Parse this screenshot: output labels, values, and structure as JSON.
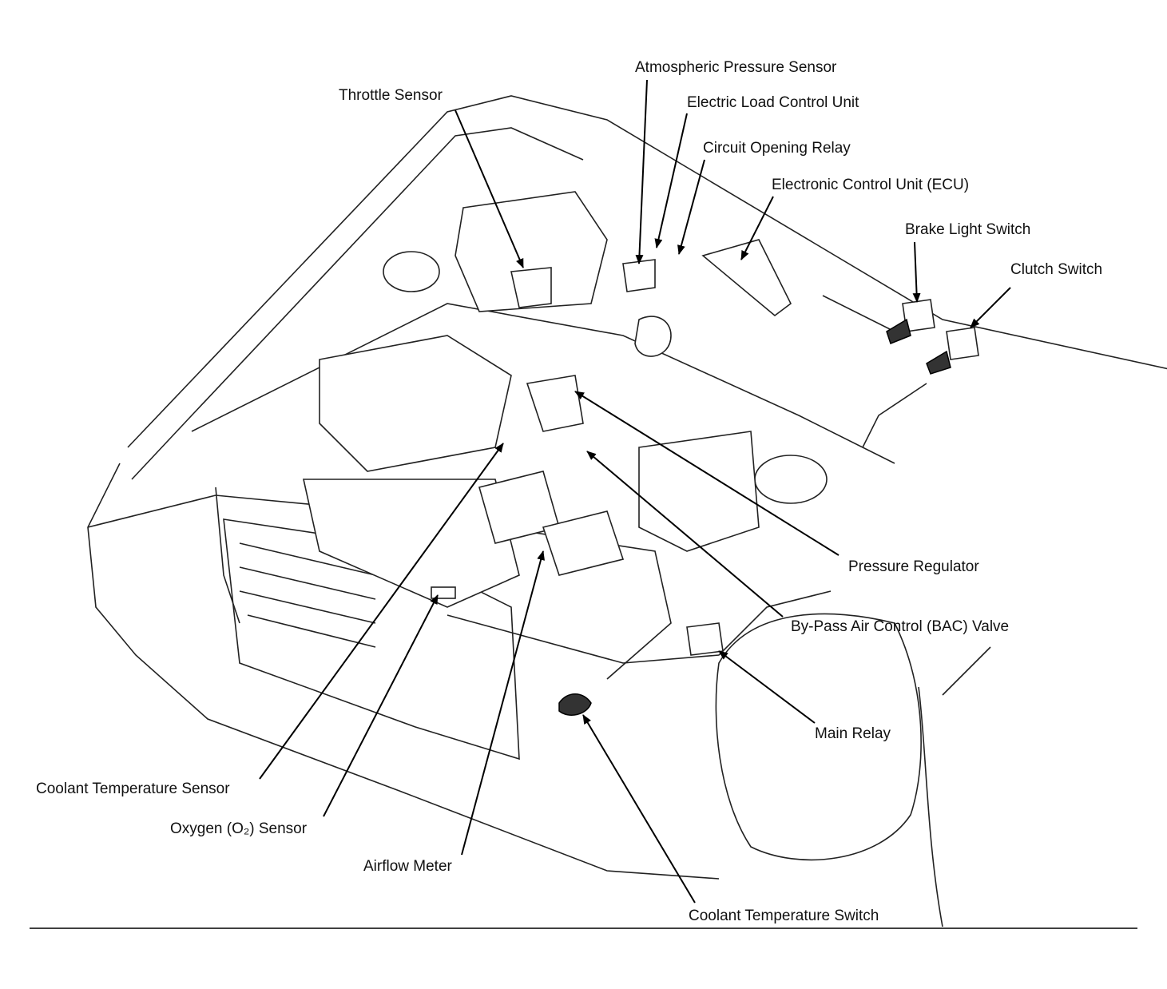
{
  "diagram": {
    "labels": {
      "throttle_sensor": "Throttle Sensor",
      "atmospheric_pressure_sensor": "Atmospheric Pressure Sensor",
      "electric_load_control_unit": "Electric Load Control Unit",
      "circuit_opening_relay": "Circuit Opening Relay",
      "ecu": "Electronic Control Unit (ECU)",
      "brake_light_switch": "Brake Light Switch",
      "clutch_switch": "Clutch Switch",
      "pressure_regulator": "Pressure Regulator",
      "bac_valve": "By-Pass Air Control (BAC) Valve",
      "main_relay": "Main Relay",
      "coolant_temperature_sensor": "Coolant Temperature Sensor",
      "oxygen_sensor": "Oxygen (O₂) Sensor",
      "airflow_meter": "Airflow Meter",
      "coolant_temperature_switch": "Coolant Temperature Switch"
    }
  }
}
